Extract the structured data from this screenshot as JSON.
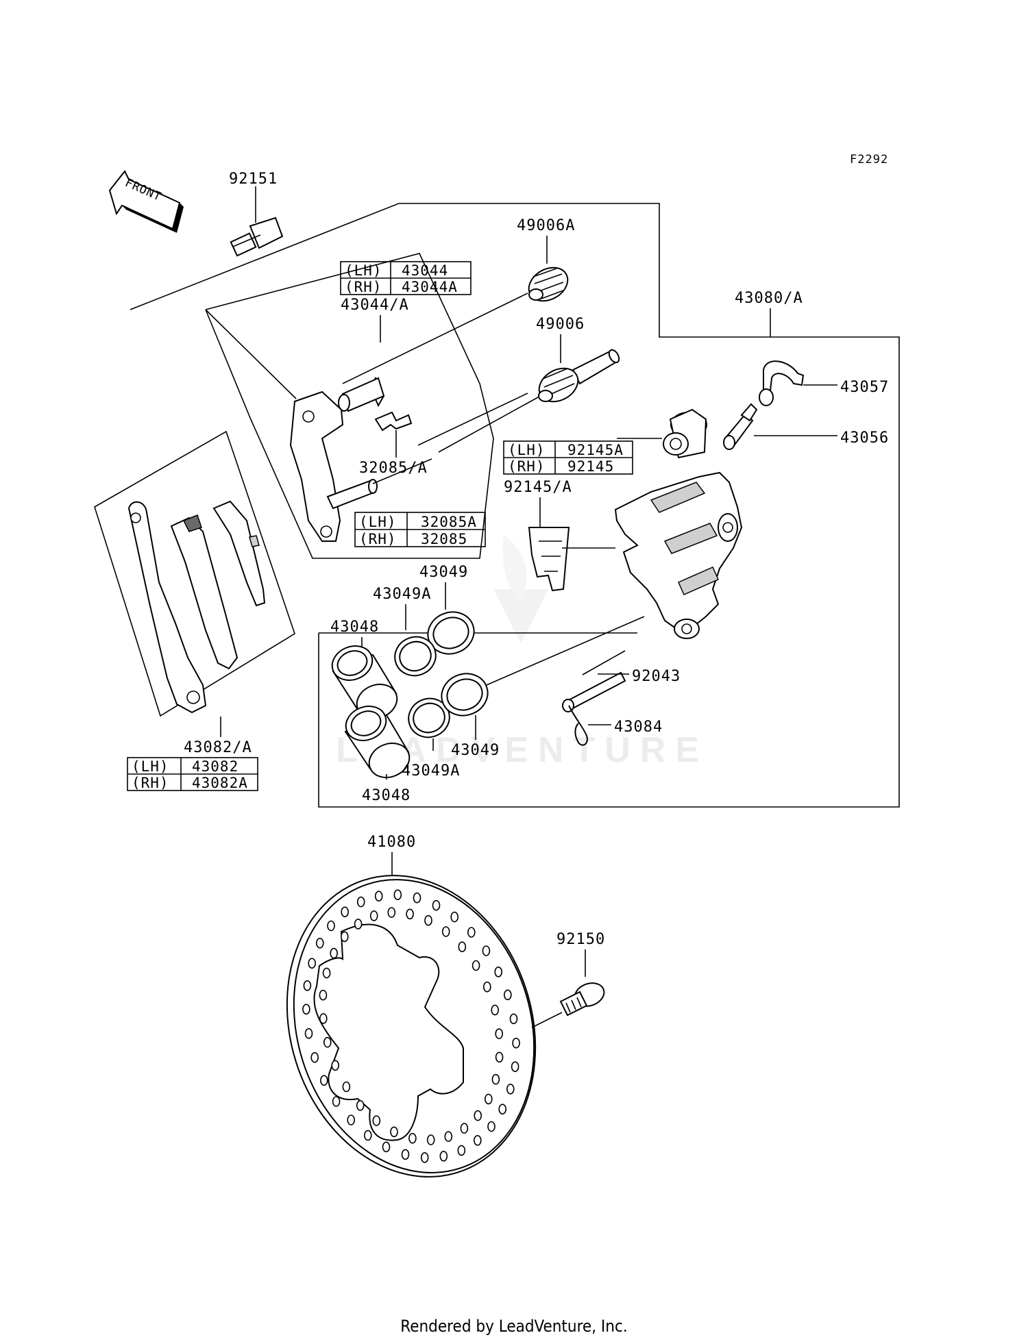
{
  "diagram_code": "F2292",
  "front_label": "FRONT",
  "watermark": "LEADVENTURE",
  "footer": "Rendered by LeadVenture, Inc.",
  "labels": {
    "p92151": "92151",
    "p49006A": "49006A",
    "p43044A": "43044/A",
    "p49006": "49006",
    "p43080A": "43080/A",
    "p43057": "43057",
    "p43056": "43056",
    "p32085A": "32085/A",
    "p92145A": "92145/A",
    "p43049_top": "43049",
    "p43049A_top": "43049A",
    "p43048_top": "43048",
    "p92043": "92043",
    "p43084": "43084",
    "p43049_bot": "43049",
    "p43049A_bot": "43049A",
    "p43048_bot": "43048",
    "p43082A": "43082/A",
    "p41080": "41080",
    "p92150": "92150"
  },
  "tables": {
    "t43044": [
      {
        "side": "(LH)",
        "part": "43044"
      },
      {
        "side": "(RH)",
        "part": "43044A"
      }
    ],
    "t92145": [
      {
        "side": "(LH)",
        "part": "92145A"
      },
      {
        "side": "(RH)",
        "part": "92145"
      }
    ],
    "t32085": [
      {
        "side": "(LH)",
        "part": "32085A"
      },
      {
        "side": "(RH)",
        "part": "32085"
      }
    ],
    "t43082": [
      {
        "side": "(LH)",
        "part": "43082"
      },
      {
        "side": "(RH)",
        "part": "43082A"
      }
    ]
  }
}
